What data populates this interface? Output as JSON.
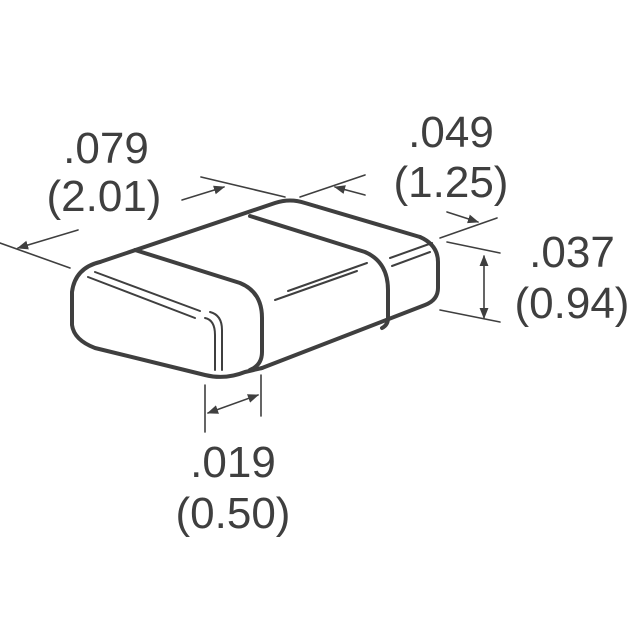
{
  "diagram": {
    "subject": "Rectangular surface-mount chip component (isometric outline)",
    "colors": {
      "line": "#3f3f3f",
      "background": "#ffffff"
    },
    "dimensions": {
      "length": {
        "inches": ".079",
        "mm": "(2.01)"
      },
      "width": {
        "inches": ".049",
        "mm": "(1.25)"
      },
      "height": {
        "inches": ".037",
        "mm": "(0.94)"
      },
      "terminal": {
        "inches": ".019",
        "mm": "(0.50)"
      }
    }
  }
}
